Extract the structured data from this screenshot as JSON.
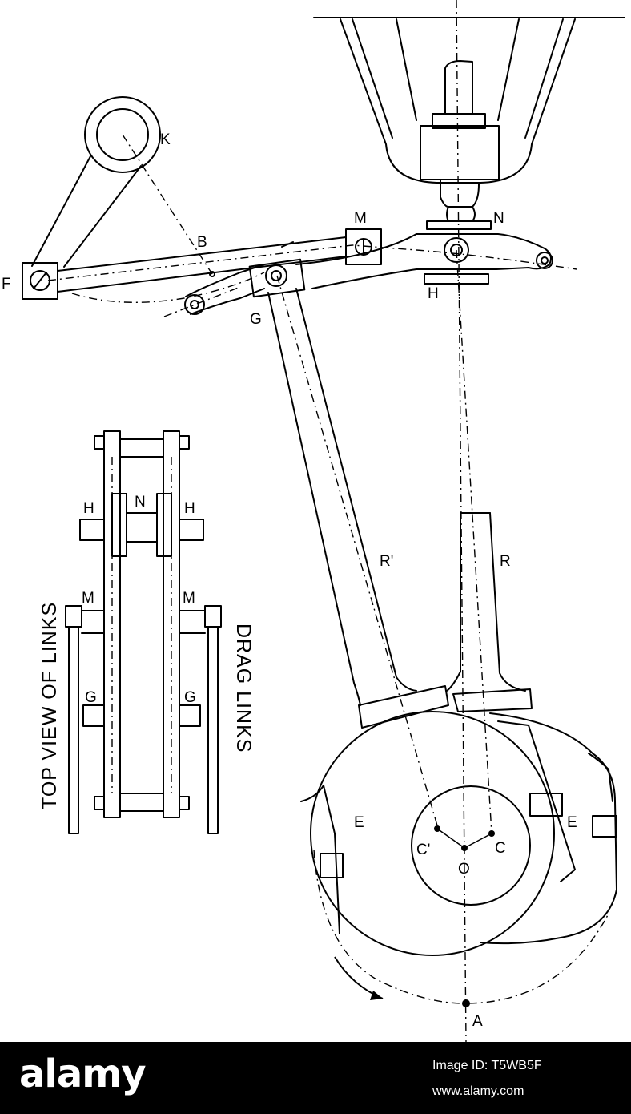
{
  "diagram": {
    "labels": {
      "K": "K",
      "F": "F",
      "B": "B",
      "M": "M",
      "N": "N",
      "H": "H",
      "G": "G",
      "R_prime": "R'",
      "R": "R",
      "E": "E",
      "C_prime": "C'",
      "C": "C",
      "O": "O",
      "A": "A"
    },
    "captions": {
      "top_view": "TOP VIEW OF LINKS",
      "drag_links": "DRAG LINKS"
    }
  },
  "footer": {
    "brand": "alamy",
    "image_id_label": "Image ID: T5WB5F",
    "site": "www.alamy.com"
  }
}
